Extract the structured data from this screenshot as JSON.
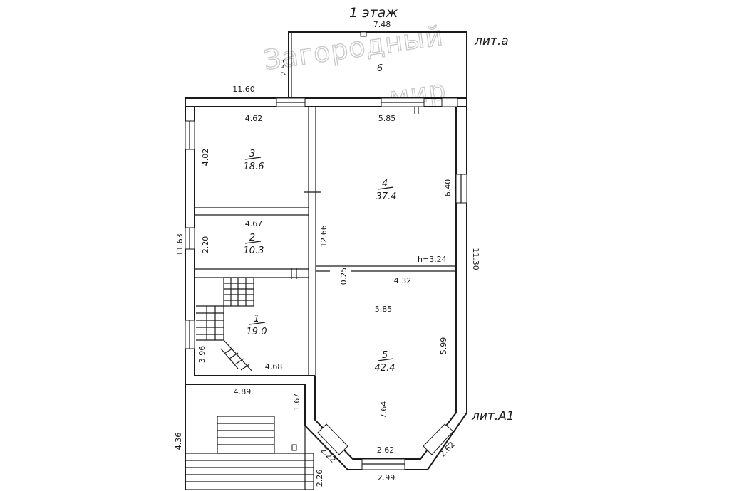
{
  "title": "1 этаж",
  "lit_a": "лит.а",
  "lit_a1": "лит.А1",
  "watermark": {
    "line1": "Загородный",
    "line2": "мир"
  },
  "rooms": [
    {
      "number": "3",
      "area": "18.6"
    },
    {
      "number": "4",
      "area": "37.4"
    },
    {
      "number": "2",
      "area": "10.3"
    },
    {
      "number": "1",
      "area": "19.0"
    },
    {
      "number": "5",
      "area": "42.4"
    },
    {
      "number": "6",
      "area": ""
    }
  ],
  "height_label": "h=3.24",
  "dimensions": {
    "terrace_width": "7.48",
    "terrace_depth": "2.53",
    "house_width": "11.60",
    "room3_width": "4.62",
    "room4_width": "5.85",
    "room3_depth": "4.02",
    "room4_depth": "6.40",
    "room2_width": "4.67",
    "room2_depth": "2.20",
    "left_total": "11.63",
    "center_wall": "12.66",
    "right_total": "11.30",
    "partition_thickness": "0.25",
    "room5_partition": "4.32",
    "room5_width": "5.85",
    "room5_depth": "5.99",
    "room1_depth": "3.96",
    "room1_width": "4.68",
    "porch_width": "4.89",
    "porch_depth": "1.67",
    "room5_length": "7.64",
    "bay_front": "2.62",
    "bay_side_left": "2.22",
    "bay_side_right": "2.62",
    "bay_outer": "2.99",
    "porch_total": "4.36",
    "steps_depth": "2.26"
  }
}
